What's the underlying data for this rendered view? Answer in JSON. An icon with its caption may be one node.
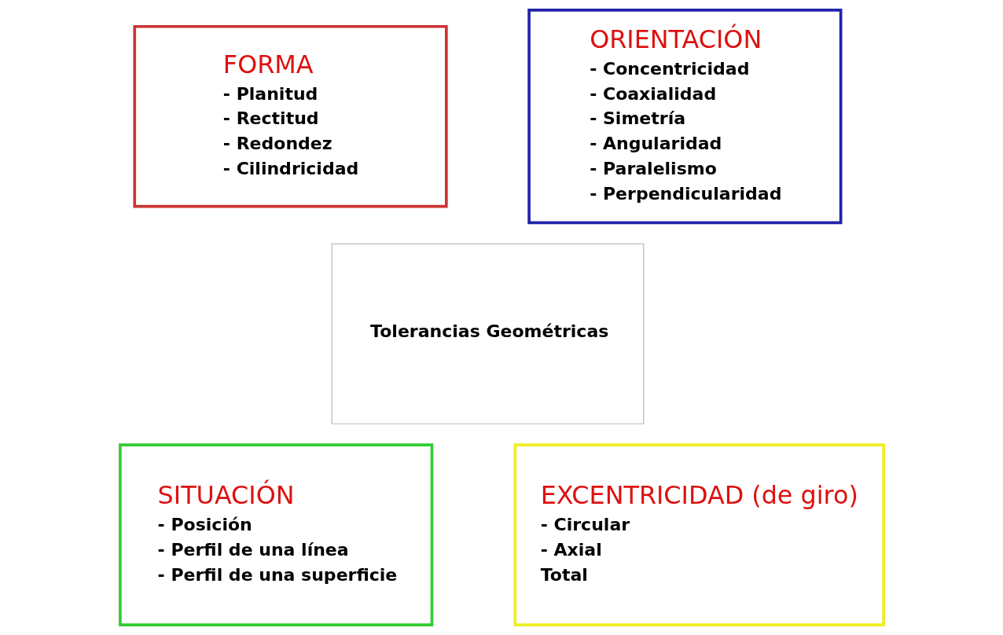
{
  "diagram": {
    "nodes": [
      {
        "text": [
          "FORMA",
          "- Planitud",
          "- Rectitud",
          "- Redondez",
          "- Cilindricidad"
        ]
      },
      {
        "text": [
          "ORIENTACIÓN",
          "- Concentricidad",
          "- Coaxialidad",
          "- Simetría",
          "- Angularidad",
          "- Paralelismo",
          "- Perpendicularidad"
        ]
      },
      {
        "text": [
          "Tolerancias Geométricas"
        ]
      },
      {
        "text": [
          "SITUACIÓN",
          "- Posición",
          "- Perfil de una línea",
          "- Perfil de una superficie"
        ]
      },
      {
        "text": [
          "EXCENTRICIDAD (de giro)",
          "- Circular",
          "- Axial",
          "Total"
        ]
      }
    ]
  }
}
